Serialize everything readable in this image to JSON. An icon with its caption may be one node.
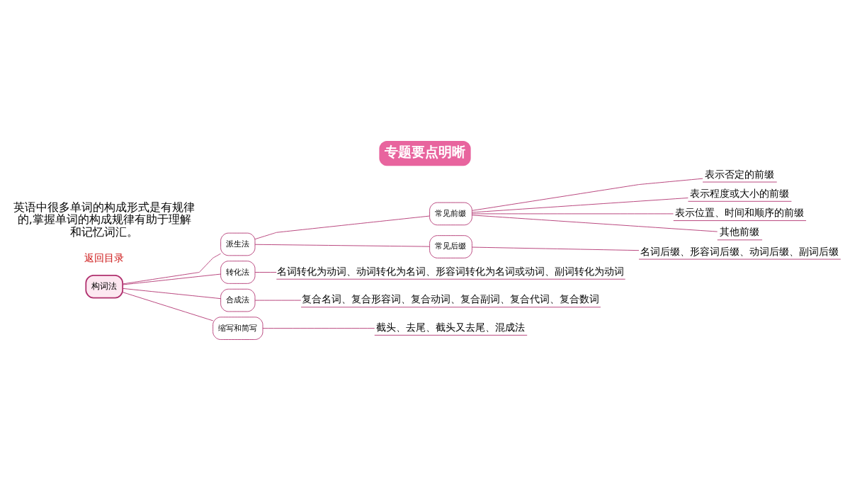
{
  "diagram": {
    "title": "专题要点明晰",
    "nodes": [
      {
        "text": [
          "构词法"
        ]
      },
      {
        "text": [
          "派生法"
        ]
      },
      {
        "text": [
          "常见前缀"
        ]
      },
      {
        "text": [
          "表示否定的前缀"
        ]
      },
      {
        "text": [
          "表示程度或大小的前缀"
        ]
      },
      {
        "text": [
          "表示位置、时间和顺序的前缀"
        ]
      },
      {
        "text": [
          "其他前缀"
        ]
      },
      {
        "text": [
          "常见后缀"
        ]
      },
      {
        "text": [
          "名词后缀、形容词后缀、动词后缀、副词后缀"
        ]
      },
      {
        "text": [
          "转化法"
        ]
      },
      {
        "text": [
          "名词转化为动词、动词转化为名词、形容词转化为名词或动词、副词转化为动词"
        ]
      },
      {
        "text": [
          "合成法"
        ]
      },
      {
        "text": [
          "复合名词、复合形容词、复合动词、复合副词、复合代词、复合数词"
        ]
      },
      {
        "text": [
          "缩写和简写"
        ]
      },
      {
        "text": [
          "截头、去尾、截头又去尾、混成法"
        ]
      }
    ],
    "edges": [
      {
        "from": 0,
        "to": 1,
        "arrow": "none"
      },
      {
        "from": 1,
        "to": 2,
        "arrow": "none"
      },
      {
        "from": 2,
        "to": 3,
        "arrow": "none"
      },
      {
        "from": 2,
        "to": 4,
        "arrow": "none"
      },
      {
        "from": 2,
        "to": 5,
        "arrow": "none"
      },
      {
        "from": 2,
        "to": 6,
        "arrow": "none"
      },
      {
        "from": 1,
        "to": 7,
        "arrow": "none"
      },
      {
        "from": 7,
        "to": 8,
        "arrow": "none"
      },
      {
        "from": 0,
        "to": 9,
        "arrow": "none"
      },
      {
        "from": 9,
        "to": 10,
        "arrow": "none"
      },
      {
        "from": 0,
        "to": 11,
        "arrow": "none"
      },
      {
        "from": 11,
        "to": 12,
        "arrow": "none"
      },
      {
        "from": 0,
        "to": 13,
        "arrow": "none"
      },
      {
        "from": 13,
        "to": 14,
        "arrow": "none"
      }
    ],
    "labels": [
      "返回目录",
      "英语中很多单词的构成形式是有规律的,掌握单词的构成规律有助于理解和记忆词汇。"
    ]
  }
}
